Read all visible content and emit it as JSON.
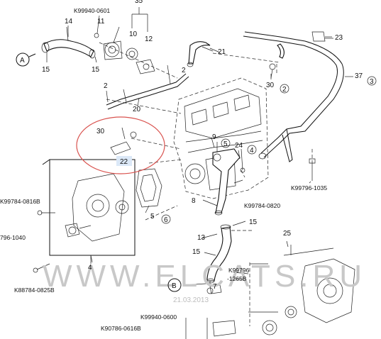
{
  "diagram": {
    "part_labels": {
      "p2a": "2",
      "p2b": "2",
      "p4": "4",
      "p5": "5",
      "p6": "6",
      "p7": "7",
      "p8": "8",
      "p9": "9",
      "p10": "10",
      "p11": "11",
      "p12": "12",
      "p13": "13",
      "p14": "14",
      "p15a": "15",
      "p15b": "15",
      "p15c": "15",
      "p15d": "15",
      "p20": "20",
      "p21": "21",
      "p22": "22",
      "p23": "23",
      "p24": "24",
      "p25": "25",
      "p30a": "30",
      "p30b": "30",
      "p35": "35",
      "p37": "37"
    },
    "circled_refs": {
      "ref2": "2",
      "ref3": "3",
      "ref4": "4",
      "ref5": "5",
      "ref6": "6"
    },
    "connectors": {
      "a": "A",
      "b": "B"
    },
    "part_codes": {
      "c1": "K99940-0601",
      "c2": "K99784-0816B",
      "c3": "796-1040",
      "c4": "K88784-0825B",
      "c5": "K99784-0820",
      "c6": "K99796-1035",
      "c7": "K99796",
      "c8": "-1265B",
      "c9": "K99940-0600",
      "c10": "K90786-0616B"
    },
    "watermark": "WWW.ELCATS.RU",
    "date_stamp": "21.03.2013",
    "highlight_color": "#dbe8f7",
    "circle_color": "#d9534f"
  }
}
